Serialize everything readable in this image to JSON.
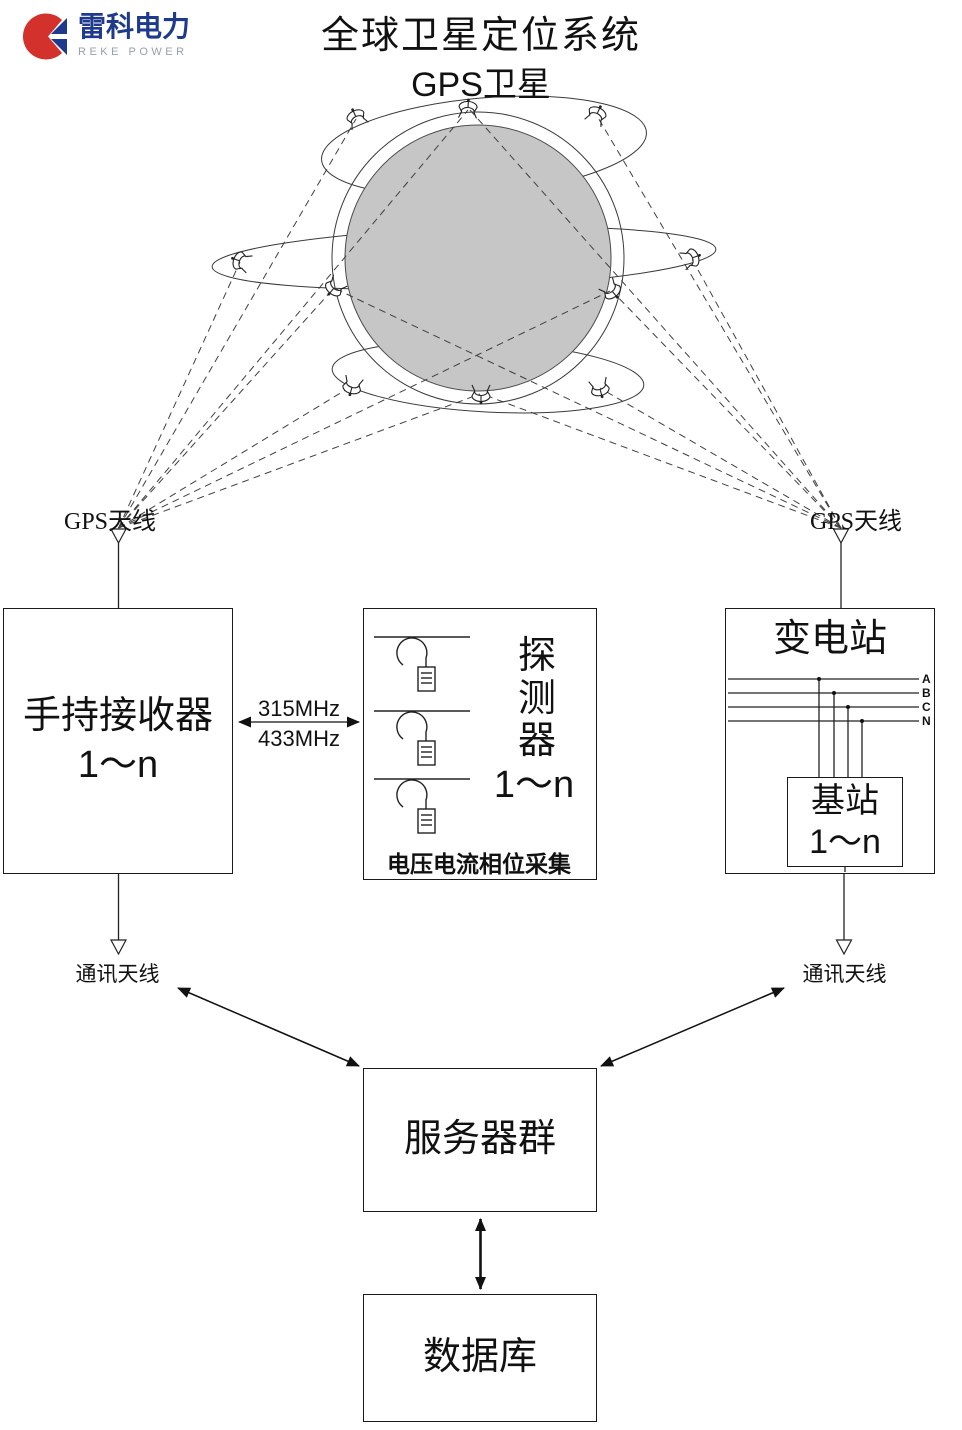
{
  "logo": {
    "brand": "雷科电力",
    "subtitle": "REKE POWER"
  },
  "header": {
    "title": "全球卫星定位系统",
    "satellite_title": "GPS卫星"
  },
  "antennas": {
    "gps_left": "GPS天线",
    "gps_right": "GPS天线",
    "comm_left": "通讯天线",
    "comm_right": "通讯天线"
  },
  "link": {
    "freq_up": "315MHz",
    "freq_down": "433MHz"
  },
  "boxes": {
    "receiver": {
      "title": "手持接收器",
      "range": "1～n"
    },
    "detector": {
      "title": "探测器",
      "range": "1～n",
      "caption": "电压电流相位采集"
    },
    "substation": {
      "title": "变电站",
      "phases": [
        "A",
        "B",
        "C",
        "N"
      ]
    },
    "base_station": {
      "title": "基站",
      "range": "1～n"
    },
    "servers": {
      "title": "服务器群"
    },
    "database": {
      "title": "数据库"
    }
  },
  "icons": {
    "satellite": "parabolic-dish",
    "globe": "earth-circle",
    "antenna": "triangle-mast",
    "sensor": "current-clamp"
  },
  "colors": {
    "logo_red": "#d3312c",
    "logo_blue": "#1d3a8d",
    "globe_gray": "#c6c6c6",
    "line_black": "#1a1a1a"
  }
}
